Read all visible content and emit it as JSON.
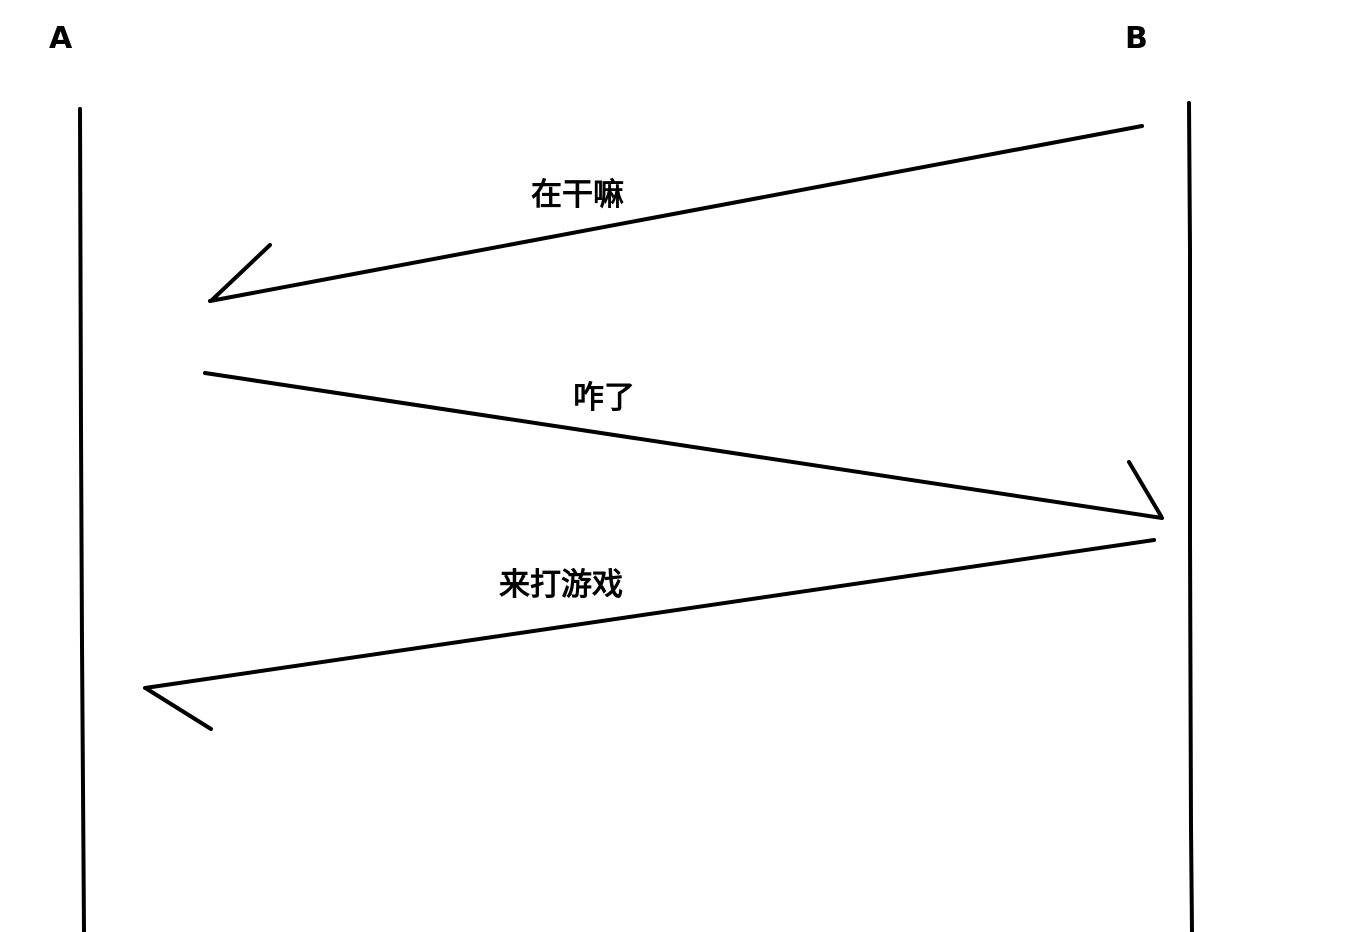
{
  "participants": [
    {
      "id": "A",
      "label": "A"
    },
    {
      "id": "B",
      "label": "B"
    }
  ],
  "messages": [
    {
      "from": "B",
      "to": "A",
      "text": "在干嘛"
    },
    {
      "from": "A",
      "to": "B",
      "text": "咋了"
    },
    {
      "from": "B",
      "to": "A",
      "text": "来打游戏"
    }
  ],
  "style": {
    "stroke_color": "#000000",
    "background": "#ffffff"
  }
}
